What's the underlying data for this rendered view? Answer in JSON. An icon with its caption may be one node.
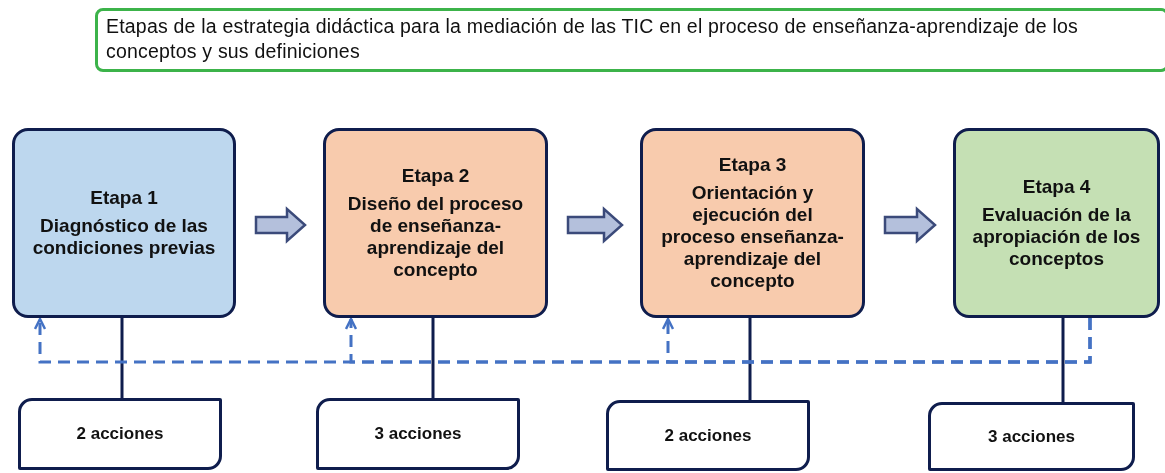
{
  "diagram": {
    "title": "Etapas de la estrategia didáctica para la mediación de las TIC en el proceso de enseñanza-aprendizaje  de los conceptos  y sus definiciones",
    "nodes": [
      {
        "text": [
          "Etapa 1",
          "Diagnóstico de las condiciones previas"
        ]
      },
      {
        "text": [
          "Etapa 2",
          "Diseño del proceso de enseñanza-aprendizaje del concepto"
        ]
      },
      {
        "text": [
          "Etapa 3",
          "Orientación y ejecución del  proceso enseñanza-aprendizaje del concepto"
        ]
      },
      {
        "text": [
          "Etapa 4",
          "Evaluación de la apropiación de los conceptos"
        ]
      },
      {
        "text": [
          "2 acciones"
        ]
      },
      {
        "text": [
          "3 acciones"
        ]
      },
      {
        "text": [
          "2 acciones"
        ]
      },
      {
        "text": [
          "3 acciones"
        ]
      }
    ],
    "edges": [
      {
        "from": 0,
        "to": 1,
        "arrow": "to"
      },
      {
        "from": 1,
        "to": 2,
        "arrow": "to"
      },
      {
        "from": 2,
        "to": 3,
        "arrow": "to"
      },
      {
        "from": 0,
        "to": 4,
        "arrow": "none"
      },
      {
        "from": 1,
        "to": 5,
        "arrow": "none"
      },
      {
        "from": 2,
        "to": 6,
        "arrow": "none"
      },
      {
        "from": 3,
        "to": 7,
        "arrow": "none"
      },
      {
        "from": 3,
        "to": 0,
        "arrow": "to",
        "style": "dashed",
        "color": "#4472c4"
      },
      {
        "from": 3,
        "to": 1,
        "arrow": "to",
        "style": "dashed",
        "color": "#4472c4"
      },
      {
        "from": 3,
        "to": 2,
        "arrow": "to",
        "style": "dashed",
        "color": "#4472c4"
      }
    ]
  }
}
